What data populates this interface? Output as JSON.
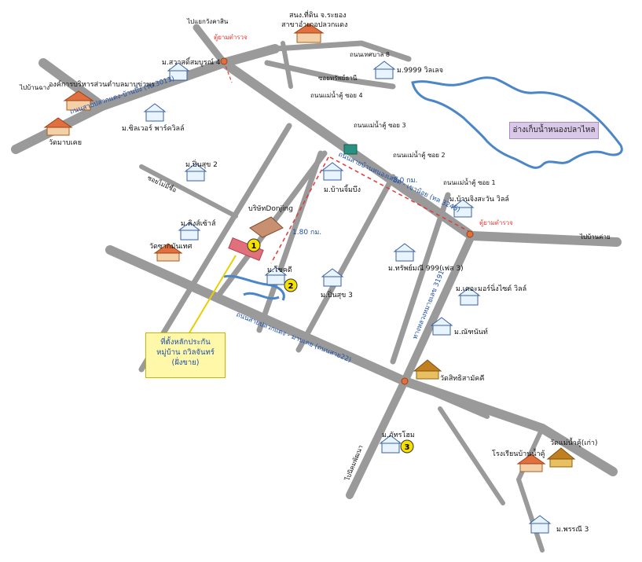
{
  "labels": {
    "to_rangkathin": "ไปแยกวังคาสิน",
    "police_box_top": "ตู้ยามตำรวจ",
    "police_box_right": "ตู้ยามตำรวจ",
    "tessaban8": "ถนนเทศบาล 8",
    "to_banchang": "ไปบ้านฉาง",
    "obt": "องค์การบริหารส่วนตำบลมาบข่าพร",
    "wat_mabkha": "วัดมาบเคย",
    "mb_silver": "ม.ซิลเวอร์ พาร์ควิลล์",
    "mb_sawatsomboon": "ม.สวาสดิ์สมบูรณ์ 4",
    "sorkor_1": "สนง.ที่ดิน จ.ระยอง",
    "sorkor_2": "สาขาอำเภอปลวกแดง",
    "mb_9999": "ม.9999 วิลเลจ",
    "chakri": "ซอยทรัพย์ธานี",
    "soi_maenamku4": "ถนนแม่น้ำคู้ ซอย 4",
    "soi_maenamku3": "ถนนแม่น้ำคู้ ซอย 3",
    "soi_maenamku2": "ถนนแม่น้ำคู้ ซอย 2",
    "soi_maenamku1": "ถนนแม่น้ำคู้ ซอย 1",
    "road_3013": "ถนนสายปลวกแดง-บ้านบึง (รย.3013)",
    "road_3245": "ถนนสายบ้านหนองเสม็ด - เขาน้อย (ทล 3245)",
    "road_22": "ถนนสายปลวกแดง - มาบเคย (ถนนสาย22)",
    "road_3191": "ทางหลวงหมายเลข 3191",
    "dist_30": "3.0 กม.",
    "dist_180": "1.80 กม.",
    "reservoir": "อ่างเก็บน้ำหนองปลาไหล",
    "mb_pinsuk2": "ม.ปิ่นสุข 2",
    "soi_mai": "ซอยไม่มีชื่อ",
    "donjing": "บริษัทDonjing",
    "mb_kingsuk": "ม.คิงส์เซ้าส์",
    "wat_sakamon": "วัดซากมันเทศ",
    "mb_chokdee": "ม.โชคดี",
    "mb_banchuamboong": "ม.บ้านจิ้มบึง",
    "mb_pinsuk3": "ม.ปิ่นสุข 3",
    "mb_sapsomboon": "ม.ทรัพย์มณี 999(เฟส 3)",
    "mb_banchong": "ม.บ้านจิงสะวัน วิลล์",
    "mb_kreuang": "ม.เดอะมอร์นิ่งไซด์ วิลล์",
    "mb_nathong": "ม.ณัฑนันท์",
    "wat_sitthi": "วัดสิทธิสามัคคี",
    "mb_pattra": "ม.ภัทรโฮม",
    "to_tabma": "ไปนิคมพัฒนา",
    "to_banklai": "ไปบ้านค่าย",
    "school": "โรงเรียนบ้านน้ำคู้",
    "wat_maenamku": "วัดแม่น้ำคู้(เก่า)",
    "mb_pornmanee": "ม.พรรณี 3",
    "note_1": "ที่ตั้งหลักประกัน",
    "note_2": "หมู่บ้าน ถวิลจันทร์",
    "note_3": "(ฝั่งขาย)",
    "marker_1": "1",
    "marker_2": "2",
    "marker_3": "3"
  },
  "colors": {
    "road": "#9a9a9a",
    "road_label": "#1d4fa8",
    "reservoir": "#4a86c8",
    "marker": "#f5e000",
    "red_dashed": "#e53935",
    "site": "#e0707a",
    "purple": "#d9c8e8",
    "yellow": "#fff8a8"
  },
  "icons": [
    "house-icon",
    "temple-icon",
    "school-icon",
    "road-marker-icon",
    "reservoir"
  ]
}
